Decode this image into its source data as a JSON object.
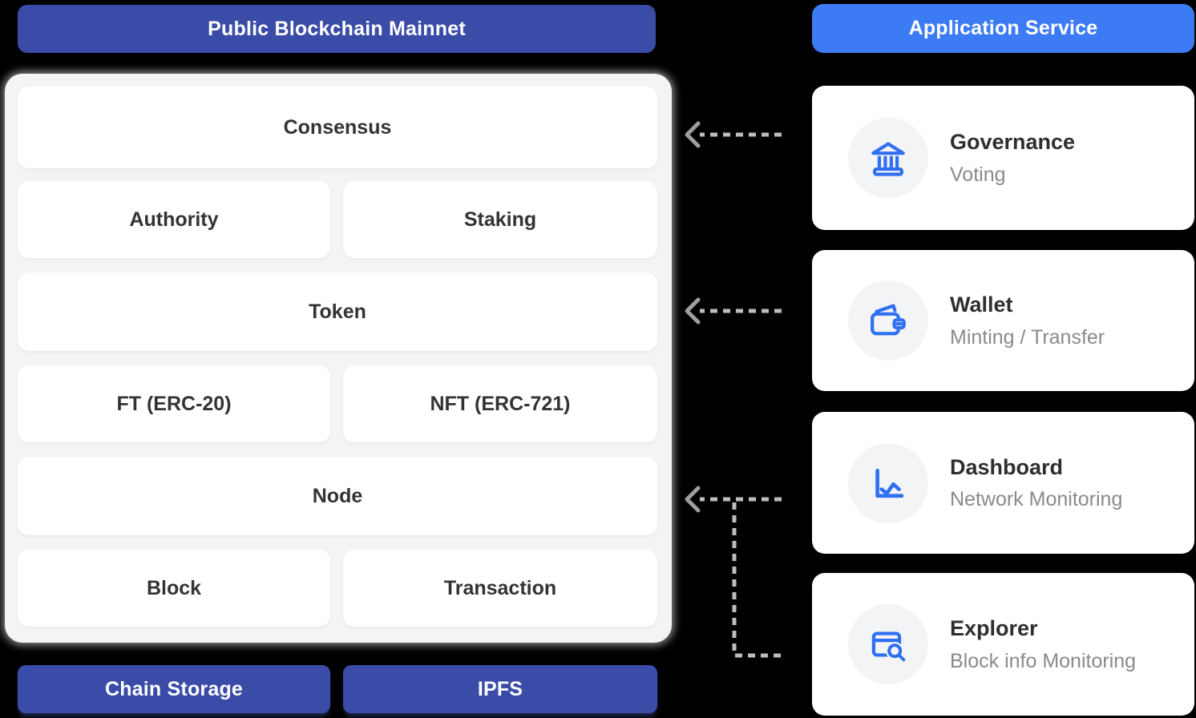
{
  "left": {
    "header": "Public Blockchain Mainnet",
    "boxes": {
      "consensus": "Consensus",
      "authority": "Authority",
      "staking": "Staking",
      "token": "Token",
      "ft": "FT (ERC-20)",
      "nft": "NFT (ERC-721)",
      "node": "Node",
      "block": "Block",
      "transaction": "Transaction"
    },
    "storage": {
      "chain": "Chain Storage",
      "ipfs": "IPFS"
    }
  },
  "right": {
    "header": "Application Service",
    "cards": [
      {
        "icon": "bank-icon",
        "title": "Governance",
        "subtitle": "Voting"
      },
      {
        "icon": "wallet-icon",
        "title": "Wallet",
        "subtitle": "Minting / Transfer"
      },
      {
        "icon": "line-chart-icon",
        "title": "Dashboard",
        "subtitle": "Network Monitoring"
      },
      {
        "icon": "browser-search-icon",
        "title": "Explorer",
        "subtitle": "Block info Monitoring"
      }
    ]
  },
  "colors": {
    "primary_dark": "#3A4CA8",
    "primary_blue": "#3D7BF5",
    "icon_blue": "#2F6FF2",
    "panel_bg": "#F4F4F5",
    "circle_bg": "#F3F4F6",
    "box_text": "#333333",
    "title_text": "#2E2E2E",
    "subtitle_text": "#8A8A8A",
    "arrow_dash": "#BDBDBD",
    "arrow_head": "#9E9E9E",
    "page_bg": "#000000"
  }
}
